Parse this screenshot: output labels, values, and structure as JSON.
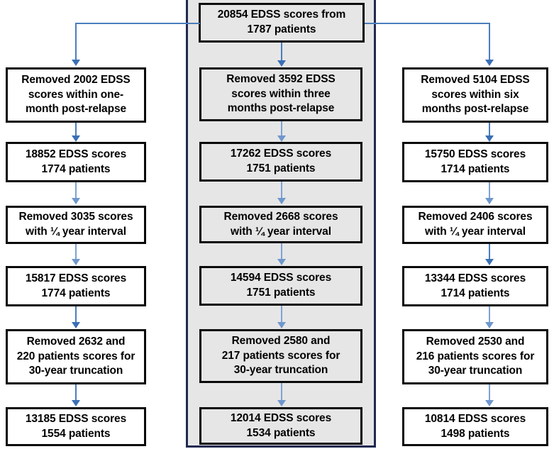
{
  "figure": {
    "type": "flowchart",
    "title": "EDSS score cohort derivation flowchart",
    "columns": 3,
    "highlighted_column_index": 1,
    "colors": {
      "box_border": "#0a0a0a",
      "box_fill": "#ffffff",
      "highlight_panel_fill": "#e6e6e6",
      "highlight_panel_border": "#1f2a52",
      "arrow": "#4a7ebb"
    }
  },
  "root": {
    "label": "20854 EDSS scores from\n1787 patients",
    "scores": 20854,
    "patients": 1787
  },
  "columns": [
    {
      "name": "one-month post-relapse",
      "steps": [
        {
          "kind": "exclusion",
          "label": "Removed 2002 EDSS\nscores within one-\nmonth post-relapse",
          "removed_scores": 2002
        },
        {
          "kind": "cohort",
          "label": "18852 EDSS scores\n1774 patients",
          "scores": 18852,
          "patients": 1774
        },
        {
          "kind": "exclusion",
          "label": "Removed 3035 scores\nwith ¼ year interval",
          "removed_scores": 3035
        },
        {
          "kind": "cohort",
          "label": "15817 EDSS scores\n1774 patients",
          "scores": 15817,
          "patients": 1774
        },
        {
          "kind": "exclusion",
          "label": "Removed 2632 and\n220 patients scores for\n30-year truncation",
          "removed_scores": 2632,
          "removed_patients": 220
        },
        {
          "kind": "cohort",
          "label": "13185 EDSS scores\n1554 patients",
          "scores": 13185,
          "patients": 1554
        }
      ]
    },
    {
      "name": "three months post-relapse",
      "steps": [
        {
          "kind": "exclusion",
          "label": "Removed 3592 EDSS\nscores within three\nmonths post-relapse",
          "removed_scores": 3592
        },
        {
          "kind": "cohort",
          "label": "17262 EDSS scores\n1751 patients",
          "scores": 17262,
          "patients": 1751
        },
        {
          "kind": "exclusion",
          "label": "Removed 2668 scores\nwith ¼ year interval",
          "removed_scores": 2668
        },
        {
          "kind": "cohort",
          "label": "14594 EDSS scores\n1751 patients",
          "scores": 14594,
          "patients": 1751
        },
        {
          "kind": "exclusion",
          "label": "Removed 2580 and\n217 patients scores for\n30-year truncation",
          "removed_scores": 2580,
          "removed_patients": 217
        },
        {
          "kind": "cohort",
          "label": "12014 EDSS scores\n1534 patients",
          "scores": 12014,
          "patients": 1534
        }
      ]
    },
    {
      "name": "six months post-relapse",
      "steps": [
        {
          "kind": "exclusion",
          "label": "Removed 5104 EDSS\nscores within six\nmonths post-relapse",
          "removed_scores": 5104
        },
        {
          "kind": "cohort",
          "label": "15750 EDSS scores\n1714 patients",
          "scores": 15750,
          "patients": 1714
        },
        {
          "kind": "exclusion",
          "label": "Removed 2406 scores\nwith ¼ year interval",
          "removed_scores": 2406
        },
        {
          "kind": "cohort",
          "label": "13344 EDSS scores\n1714 patients",
          "scores": 13344,
          "patients": 1714
        },
        {
          "kind": "exclusion",
          "label": "Removed 2530 and\n216 patients scores for\n30-year truncation",
          "removed_scores": 2530,
          "removed_patients": 216
        },
        {
          "kind": "cohort",
          "label": "10814 EDSS scores\n1498 patients",
          "scores": 10814,
          "patients": 1498
        }
      ]
    }
  ]
}
